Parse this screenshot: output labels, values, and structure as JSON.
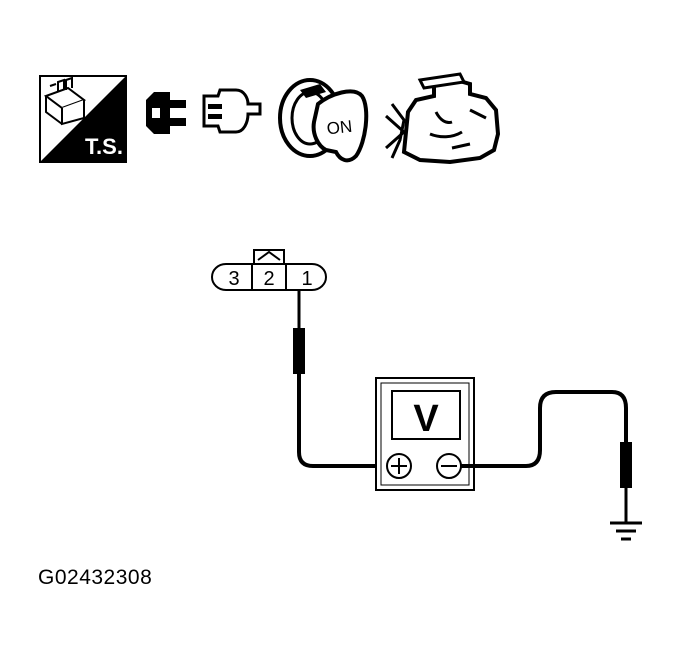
{
  "icons": {
    "ts_label": "T.S.",
    "ignition_label": "ON",
    "names": [
      "troubleshooting-tool-icon",
      "connector-disconnect-icon",
      "ignition-key-on-icon",
      "engine-icon"
    ]
  },
  "connector": {
    "pins": [
      "3",
      "2",
      "1"
    ]
  },
  "voltmeter": {
    "label": "V",
    "positive_terminal": "+",
    "negative_terminal": "−"
  },
  "figure_id": "G02432308",
  "colors": {
    "line": "#000000",
    "background": "#ffffff"
  }
}
